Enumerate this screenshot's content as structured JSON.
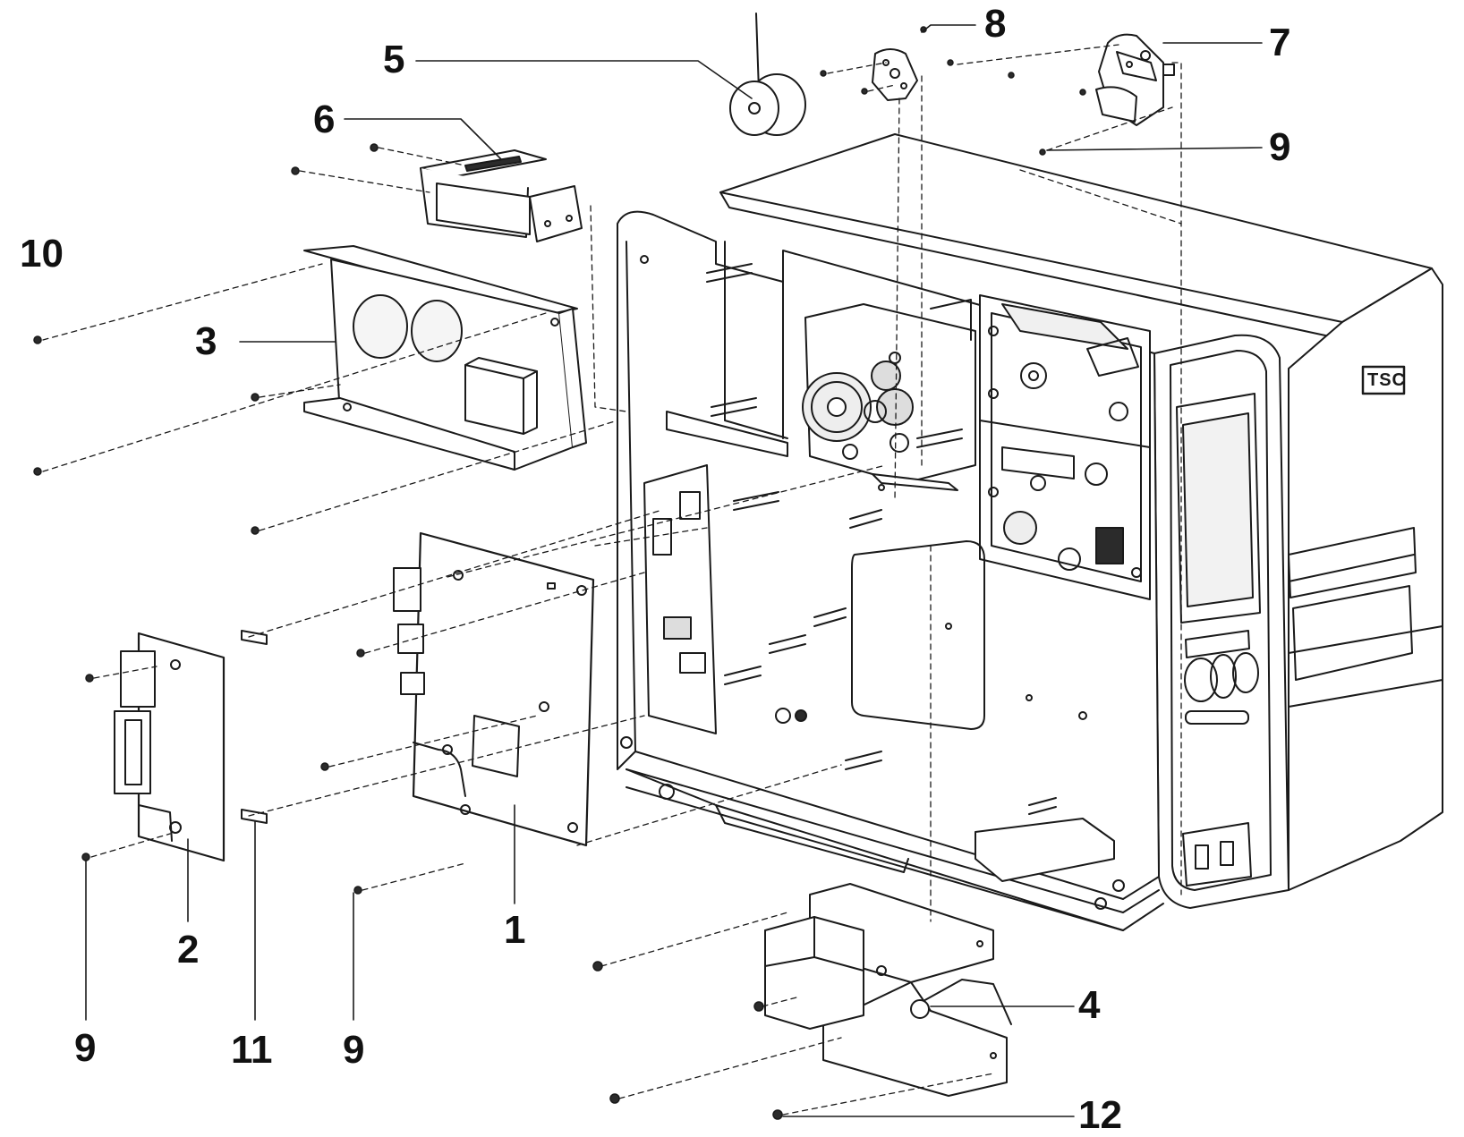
{
  "brand_logo": "TSC",
  "colors": {
    "line": "#1a1a1a",
    "fill": "#ffffff",
    "shade": "#e6e6e6",
    "dark": "#2b2b2b"
  },
  "callouts": {
    "c1": "1",
    "c2": "2",
    "c3": "3",
    "c4": "4",
    "c5": "5",
    "c6": "6",
    "c7": "7",
    "c8": "8",
    "c9a": "9",
    "c9b": "9",
    "c9c": "9",
    "c10": "10",
    "c11": "11",
    "c12": "12"
  }
}
